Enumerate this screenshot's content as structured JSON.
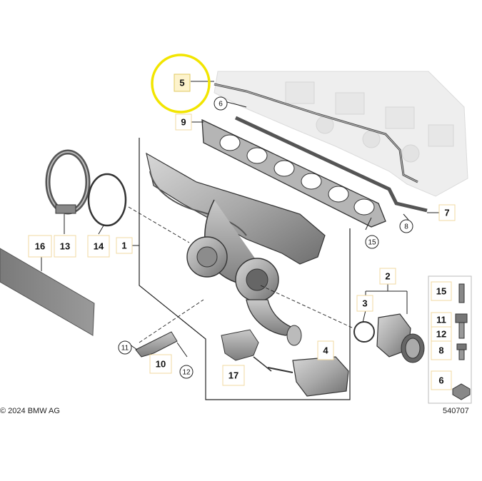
{
  "diagram": {
    "copyright": "© 2024 BMW AG",
    "diagram_id": "540707",
    "highlight_color": "#f2e500",
    "label_box_color": "#fdf3cc",
    "labels": {
      "p1": "1",
      "p2": "2",
      "p3": "3",
      "p4": "4",
      "p5": "5",
      "p6": "6",
      "p7": "7",
      "p8": "8",
      "p9": "9",
      "p10": "10",
      "p11": "11",
      "p12": "12",
      "p13": "13",
      "p14": "14",
      "p15": "15",
      "p16": "16",
      "p17": "17"
    },
    "hardware_column": {
      "items": [
        "15",
        "11",
        "12",
        "8",
        "6"
      ]
    }
  }
}
